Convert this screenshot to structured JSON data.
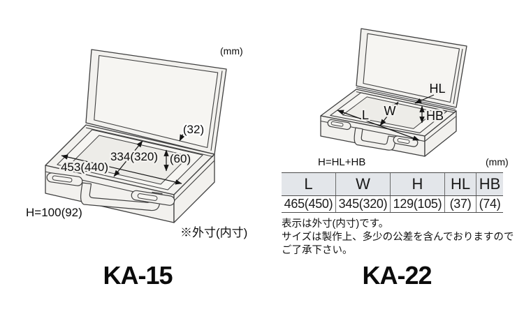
{
  "colors": {
    "line": "#3f3f3f",
    "case_fill": "#f2f1ee",
    "table_header_bg": "#e3e6ea",
    "text": "#0c0c0c"
  },
  "left_diagram": {
    "model": "KA-15",
    "unit": "(mm)",
    "dim_length": "453(440)",
    "dim_width": "334(320)",
    "dim_lid_height": "(32)",
    "dim_body_height": "(60)",
    "dim_total_height": "H=100(92)",
    "note": "※外寸(内寸)"
  },
  "right_diagram": {
    "model": "KA-22",
    "unit": "(mm)",
    "label_l": "L",
    "label_w": "W",
    "label_hl": "HL",
    "label_hb": "HB",
    "formula": "H=HL+HB"
  },
  "spec_table": {
    "headers": [
      "L",
      "W",
      "H",
      "HL",
      "HB"
    ],
    "values": [
      "465(450)",
      "345(320)",
      "129(105)",
      "(37)",
      "(74)"
    ]
  },
  "notes": {
    "line1": "表示は外寸(内寸)です。",
    "line2": "サイズは製作上、多少の公差を含んでおりますので",
    "line3": "ご了承下さい。"
  }
}
